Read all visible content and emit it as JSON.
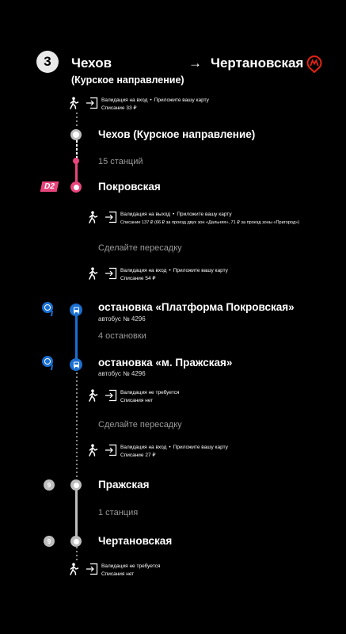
{
  "header": {
    "route_number": "3",
    "from": "Чехов",
    "from_sub": "(Курское направление)",
    "arrow": "→",
    "to": "Чертановская"
  },
  "validations": [
    {
      "title": "Валидация на вход",
      "sep": "•",
      "hint": "Приложите вашу карту",
      "cost": "Списание 33 ₽"
    },
    {
      "title": "Валидация на выход",
      "sep": "•",
      "hint": "Приложите вашу карту",
      "cost": "Списание 137 ₽ (66 ₽ за проезд двух зон «Дальняя», 71 ₽ за проезд зоны «Пригород»)"
    },
    {
      "title": "Валидация на вход",
      "sep": "•",
      "hint": "Приложите вашу карту",
      "cost": "Списание 54 ₽"
    },
    {
      "title": "Валидация не требуется",
      "sep": "",
      "hint": "",
      "cost": "Списания нет"
    },
    {
      "title": "Валидация на вход",
      "sep": "•",
      "hint": "Приложите вашу карту",
      "cost": "Списание 27 ₽"
    },
    {
      "title": "Валидация не требуется",
      "sep": "",
      "hint": "",
      "cost": "Списания нет"
    }
  ],
  "stops": {
    "s1": "Чехов (Курское направление)",
    "stations_count_1": "15 станций",
    "s2": "Покровская",
    "d2_badge": "D2",
    "transfer_1": "Сделайте пересадку",
    "s3": "остановка «Платформа Покровская»",
    "s3_sub": "автобус № 4296",
    "stops_count": "4 остановки",
    "s4": "остановка «м. Пражская»",
    "s4_sub": "автобус № 4296",
    "transfer_2": "Сделайте пересадку",
    "s5": "Пражская",
    "line9_badge": "9",
    "stations_count_2": "1 станция",
    "s6": "Чертановская"
  },
  "colors": {
    "mcd_pink": "#e8457c",
    "bus_blue": "#1a6fd1",
    "metro_gray": "#bdbdbd",
    "metro_red": "#e42313"
  }
}
